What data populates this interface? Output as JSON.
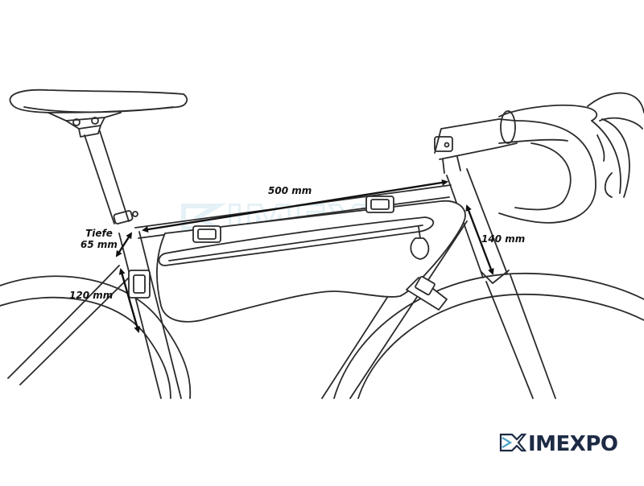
{
  "dimensions": {
    "length": "500 mm",
    "height_front": "140 mm",
    "height_rear": "120 mm",
    "depth_label": "Tiefe",
    "depth_value": "65 mm"
  },
  "brand": {
    "name": "IMEXPO",
    "color": "#1c2a44",
    "watermark_color": "#cfe6ef"
  },
  "colors": {
    "line": "#2b2b2b",
    "bag_fill": "#ffffff",
    "arrow": "#111111"
  }
}
